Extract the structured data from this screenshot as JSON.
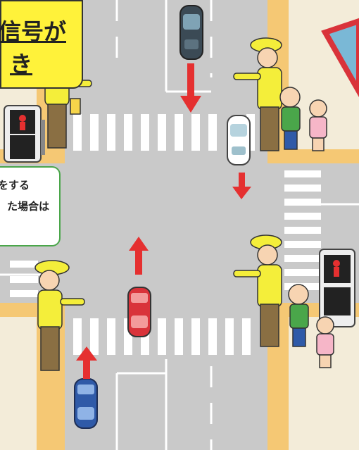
{
  "title_callout": {
    "line1": "信号が",
    "line2": "き"
  },
  "note_callout": {
    "line1": "をする",
    "line2": "た場合は"
  },
  "colors": {
    "road": "#c9c9c9",
    "sidewalk": "#f5c874",
    "crosswalk": "#ffffff",
    "arrow": "#e53030",
    "vest": "#f4ee3a",
    "title_bg": "#fff23a",
    "note_border": "#4aa64a"
  },
  "icons": [
    "pedestrian-signal-icon",
    "traffic-arrow-icon",
    "car-icon",
    "crossing-guard-icon",
    "child-icon"
  ]
}
